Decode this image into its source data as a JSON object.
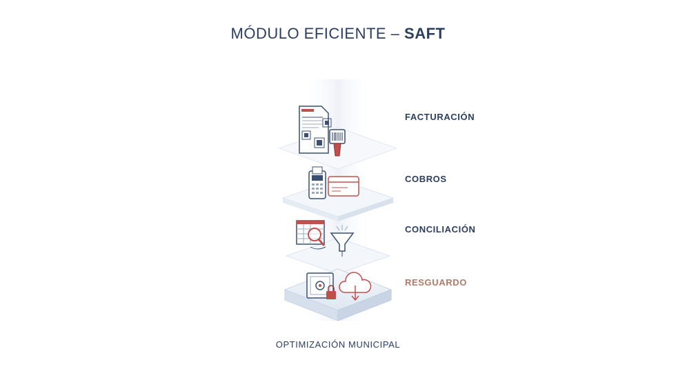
{
  "header": {
    "title_prefix": "MÓDULO EFICIENTE – ",
    "title_strong": "SAFT"
  },
  "layers": [
    {
      "label": "FACTURACIÓN",
      "icon": "invoice-barcode-icon"
    },
    {
      "label": "COBROS",
      "icon": "pos-terminal-card-icon"
    },
    {
      "label": "CONCILIACIÓN",
      "icon": "spreadsheet-search-filter-icon"
    },
    {
      "label": "RESGUARDO",
      "icon": "safe-cloud-lock-icon"
    }
  ],
  "footer": {
    "caption": "OPTIMIZACIÓN MUNICIPAL"
  },
  "colors": {
    "navy": "#2c3e5e",
    "accent": "#b07a68",
    "icon_red": "#c0504d",
    "icon_blue": "#3a4f73"
  }
}
